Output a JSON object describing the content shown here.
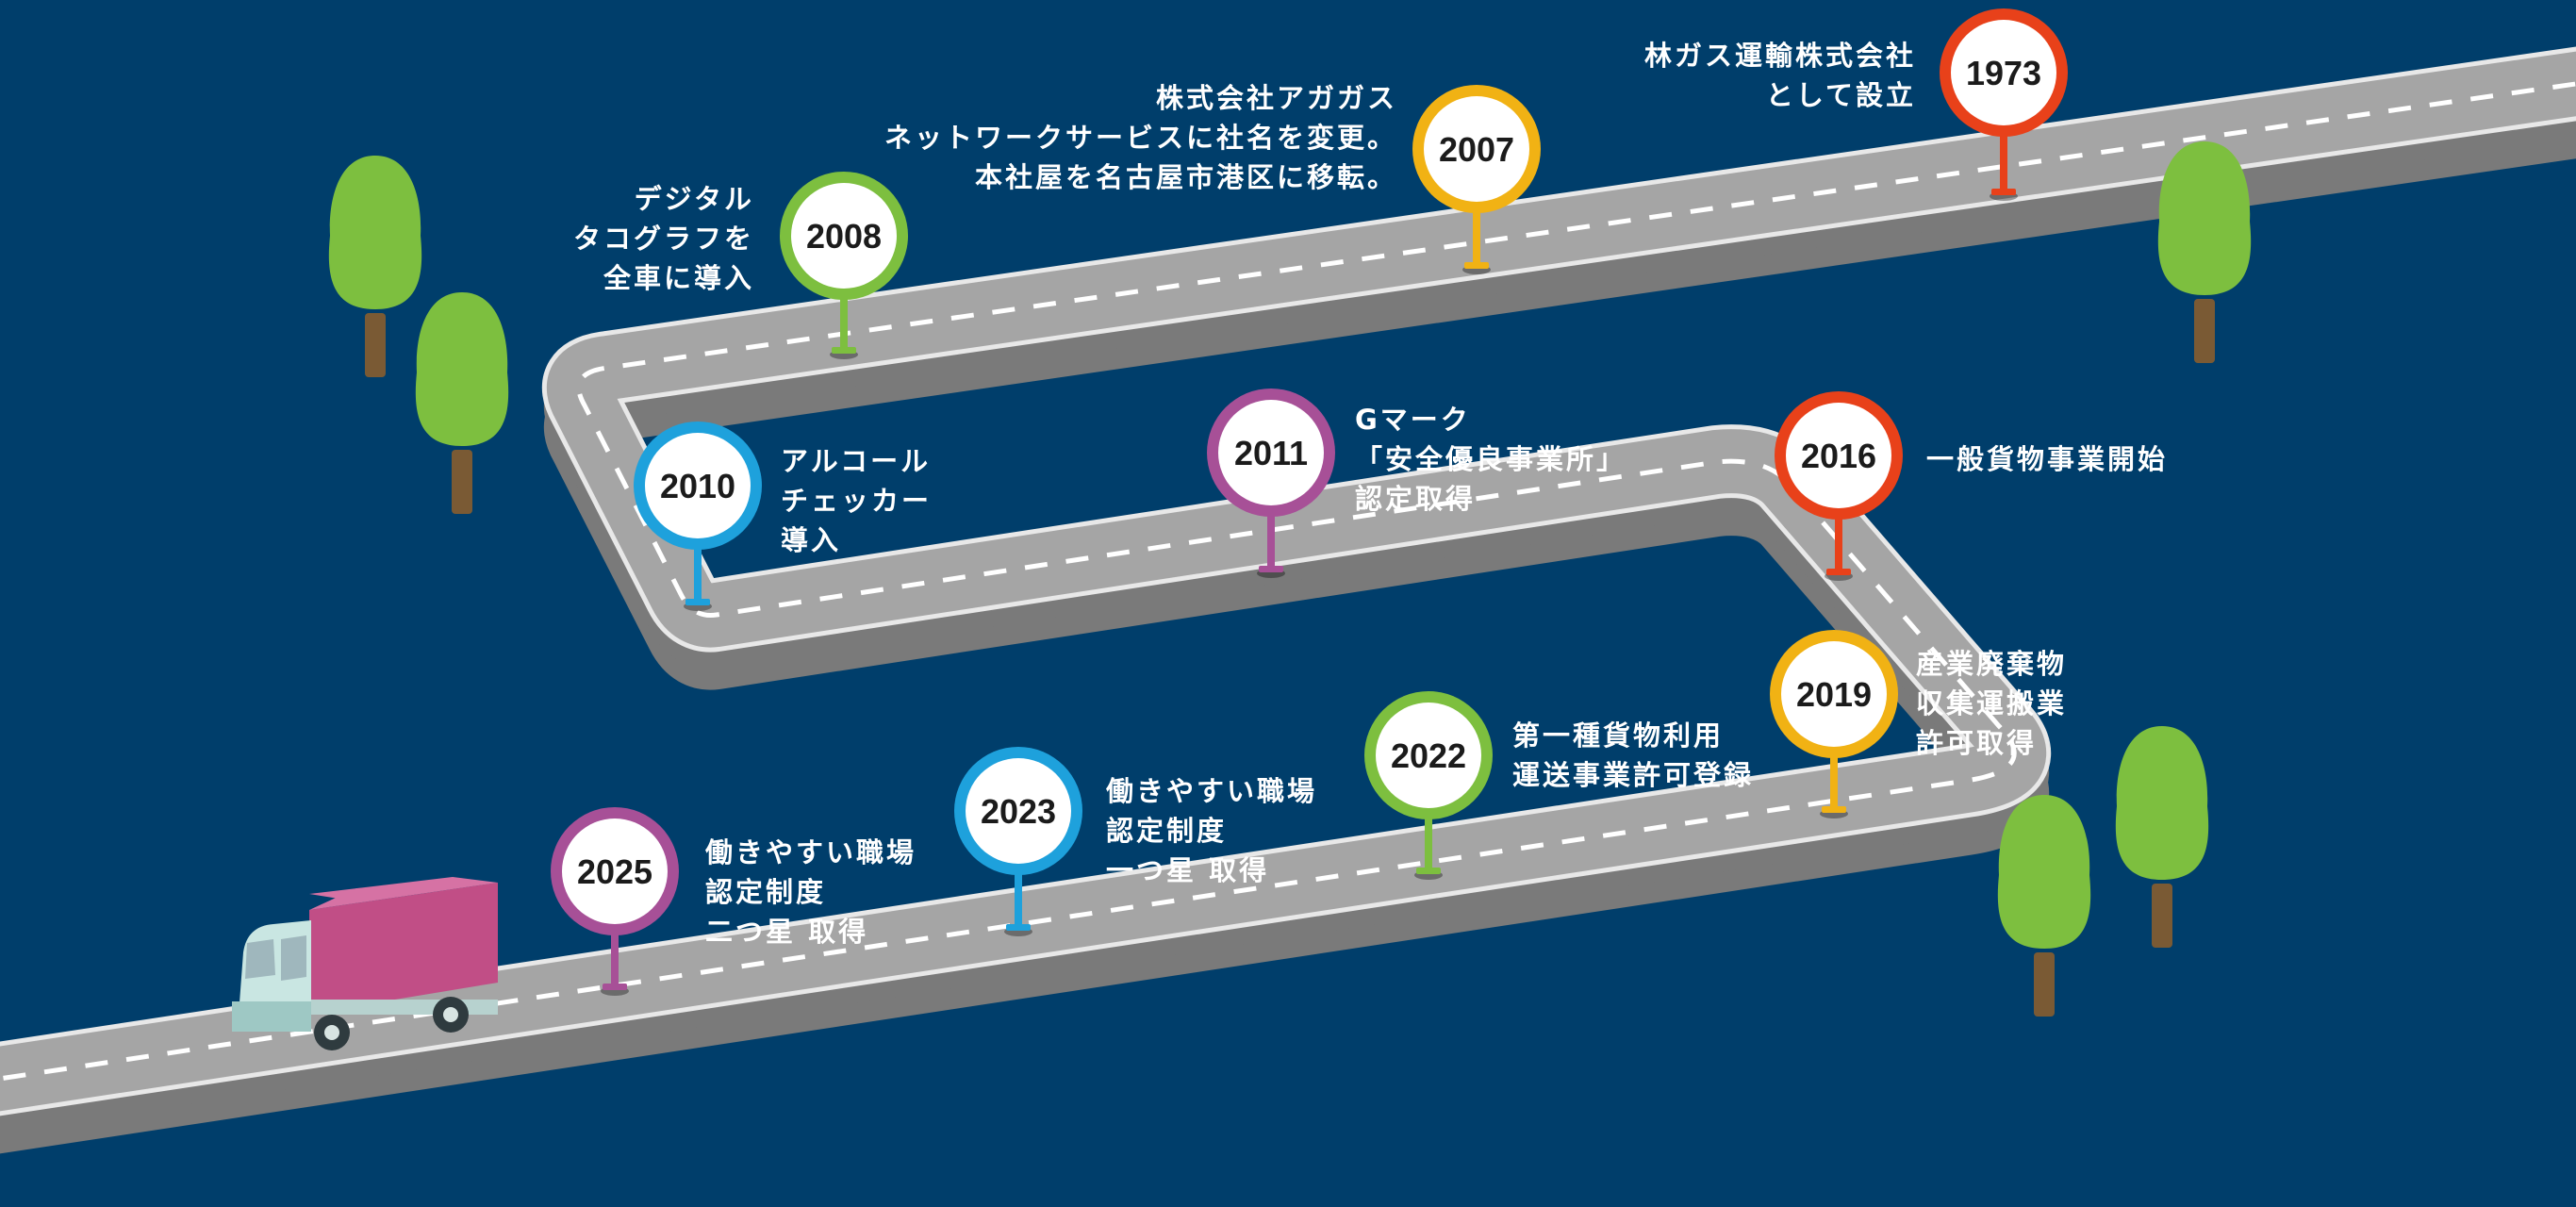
{
  "colors": {
    "background": "#003e6b",
    "road_top": "#a5a5a5",
    "road_side": "#7a7a7a",
    "road_edge": "#e8e8e8",
    "road_dash": "#ffffff",
    "tree_leaf": "#7dbf3f",
    "tree_trunk": "#7a5a34",
    "truck_cargo": "#c14e86",
    "truck_cab": "#c9e6e2"
  },
  "milestones": [
    {
      "id": "m1973",
      "year": "1973",
      "color": "#e8411a",
      "lines": [
        "林ガス運輸株式会社",
        "として設立"
      ]
    },
    {
      "id": "m2007",
      "year": "2007",
      "color": "#f1b214",
      "lines": [
        "株式会社アガガス",
        "ネットワークサービスに社名を変更。",
        "本社屋を名古屋市港区に移転。"
      ]
    },
    {
      "id": "m2008",
      "year": "2008",
      "color": "#7dbf3f",
      "lines": [
        "デジタル",
        "タコグラフを",
        "全車に導入"
      ]
    },
    {
      "id": "m2010",
      "year": "2010",
      "color": "#1ea1dc",
      "lines": [
        "アルコール",
        "チェッカー",
        "導入"
      ]
    },
    {
      "id": "m2011",
      "year": "2011",
      "color": "#a75097",
      "lines": [
        "Gマーク",
        "「安全優良事業所」",
        "認定取得"
      ]
    },
    {
      "id": "m2016",
      "year": "2016",
      "color": "#e8411a",
      "lines": [
        "一般貨物事業開始"
      ]
    },
    {
      "id": "m2019",
      "year": "2019",
      "color": "#f1b214",
      "lines": [
        "産業廃棄物",
        "収集運搬業",
        "許可取得"
      ]
    },
    {
      "id": "m2022",
      "year": "2022",
      "color": "#7dbf3f",
      "lines": [
        "第一種貨物利用",
        "運送事業許可登録"
      ]
    },
    {
      "id": "m2023",
      "year": "2023",
      "color": "#1ea1dc",
      "lines": [
        "働きやすい職場",
        "認定制度",
        "一つ星 取得"
      ]
    },
    {
      "id": "m2025",
      "year": "2025",
      "color": "#a75097",
      "lines": [
        "働きやすい職場",
        "認定制度",
        "二つ星 取得"
      ]
    }
  ]
}
